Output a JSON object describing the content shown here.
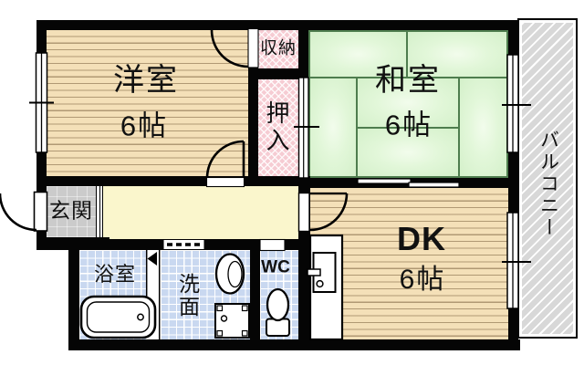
{
  "floorplan": {
    "type_note": "apartment-floor-plan",
    "rooms": {
      "western": {
        "label": "洋室",
        "size": "6帖"
      },
      "japanese": {
        "label": "和室",
        "size": "6帖"
      },
      "dk": {
        "label": "DK",
        "size": "6帖"
      },
      "storage": {
        "label": "収納"
      },
      "closet": {
        "label": "押入"
      },
      "entrance": {
        "label": "玄関"
      },
      "bath": {
        "label": "浴室"
      },
      "washroom": {
        "label": "洗面"
      },
      "wc": {
        "label": "WC"
      },
      "balcony": {
        "label": "バルコニー"
      }
    },
    "colors": {
      "wood_floor": "#f4e0b8",
      "tatami_green": "#d7f2cf",
      "tatami_line": "#4e7d4e",
      "closet_pink": "#f6ccd3",
      "hallway_yellow": "#faf6cc",
      "tile_blue": "#c9d8f0",
      "entrance_gray": "#cbcbcb",
      "balcony_gray": "#d8d8d8",
      "wall_black": "#050505"
    }
  }
}
